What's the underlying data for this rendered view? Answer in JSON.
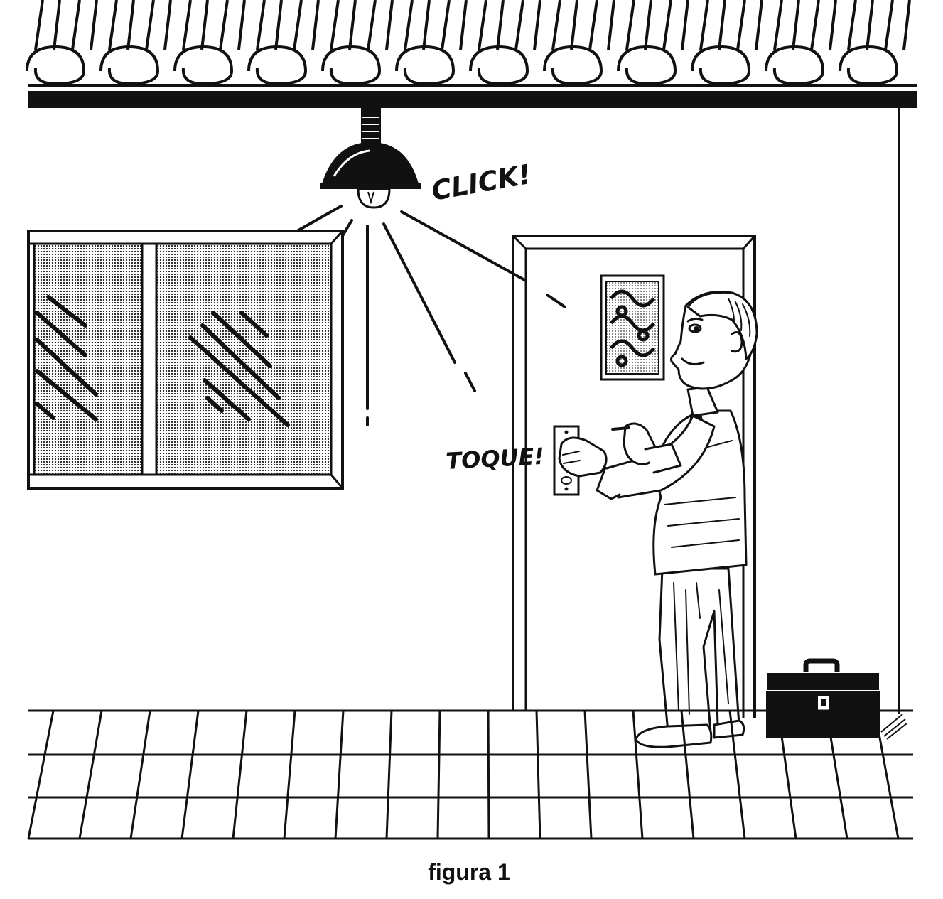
{
  "labels": {
    "click_sound": "CLICK!",
    "touch_sound": "TOQUE!",
    "caption": "figura 1"
  },
  "colors": {
    "ink": "#111111",
    "paper": "#ffffff",
    "glass_shade": "#bdbdbd"
  }
}
